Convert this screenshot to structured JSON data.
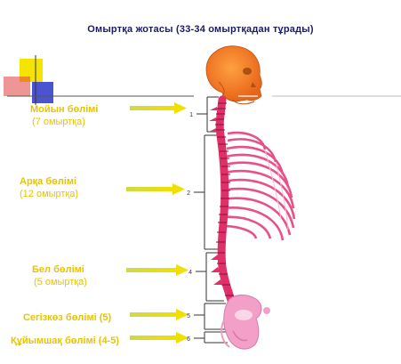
{
  "title": "Омыртқа   жотасы  (33-34 омыртқадан  тұрады)",
  "regions": [
    {
      "name": "Мойын бөлімі",
      "count": "(7 омыртқа)",
      "number": "1"
    },
    {
      "name": "Арқа  бөлімі",
      "count": "(12 омыртқа)",
      "number": "2"
    },
    {
      "name": "Бел  бөлімі",
      "count": "(5 омыртқа)",
      "number": "4"
    },
    {
      "name": "Сегізкөз  бөлімі  (5)",
      "count": "",
      "number": "5"
    },
    {
      "name": "Құйымшақ  бөлімі (4-5)",
      "count": "",
      "number": "6"
    }
  ],
  "colors": {
    "label_text": "#e8c300",
    "title_text": "#1a1a66",
    "arrow": "#e8e000",
    "skull": "#f07a1e",
    "spine": "#e0306a",
    "ribs": "#e8508a",
    "pelvis": "#f2a0c8",
    "bracket": "#333333",
    "deco_yellow": "#f5e400",
    "deco_blue": "#2a36c8",
    "deco_red": "#e04040"
  }
}
